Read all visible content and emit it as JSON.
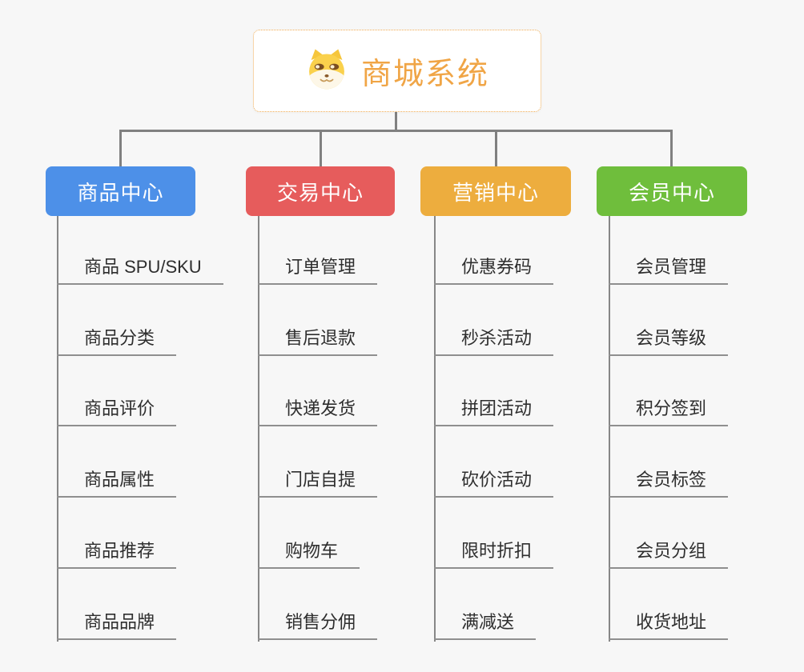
{
  "root": {
    "title": "商城系统",
    "icon": "doge-face-icon"
  },
  "branches": [
    {
      "label": "商品中心",
      "color": "#4D90E8",
      "items": [
        "商品 SPU/SKU",
        "商品分类",
        "商品评价",
        "商品属性",
        "商品推荐",
        "商品品牌"
      ]
    },
    {
      "label": "交易中心",
      "color": "#E65C5C",
      "items": [
        "订单管理",
        "售后退款",
        "快递发货",
        "门店自提",
        "购物车",
        "销售分佣"
      ]
    },
    {
      "label": "营销中心",
      "color": "#EDAD3E",
      "items": [
        "优惠券码",
        "秒杀活动",
        "拼团活动",
        "砍价活动",
        "限时折扣",
        "满减送"
      ]
    },
    {
      "label": "会员中心",
      "color": "#6FBE3C",
      "items": [
        "会员管理",
        "会员等级",
        "积分签到",
        "会员标签",
        "会员分组",
        "收货地址"
      ]
    }
  ],
  "colors": {
    "background": "#F7F7F7",
    "connector": "#808080",
    "underline": "#8F8F8F",
    "root_border": "#F0AC54",
    "root_text": "#F0A546",
    "branch_text": "#FFFFFF",
    "leaf_text": "#2E2E2E"
  }
}
